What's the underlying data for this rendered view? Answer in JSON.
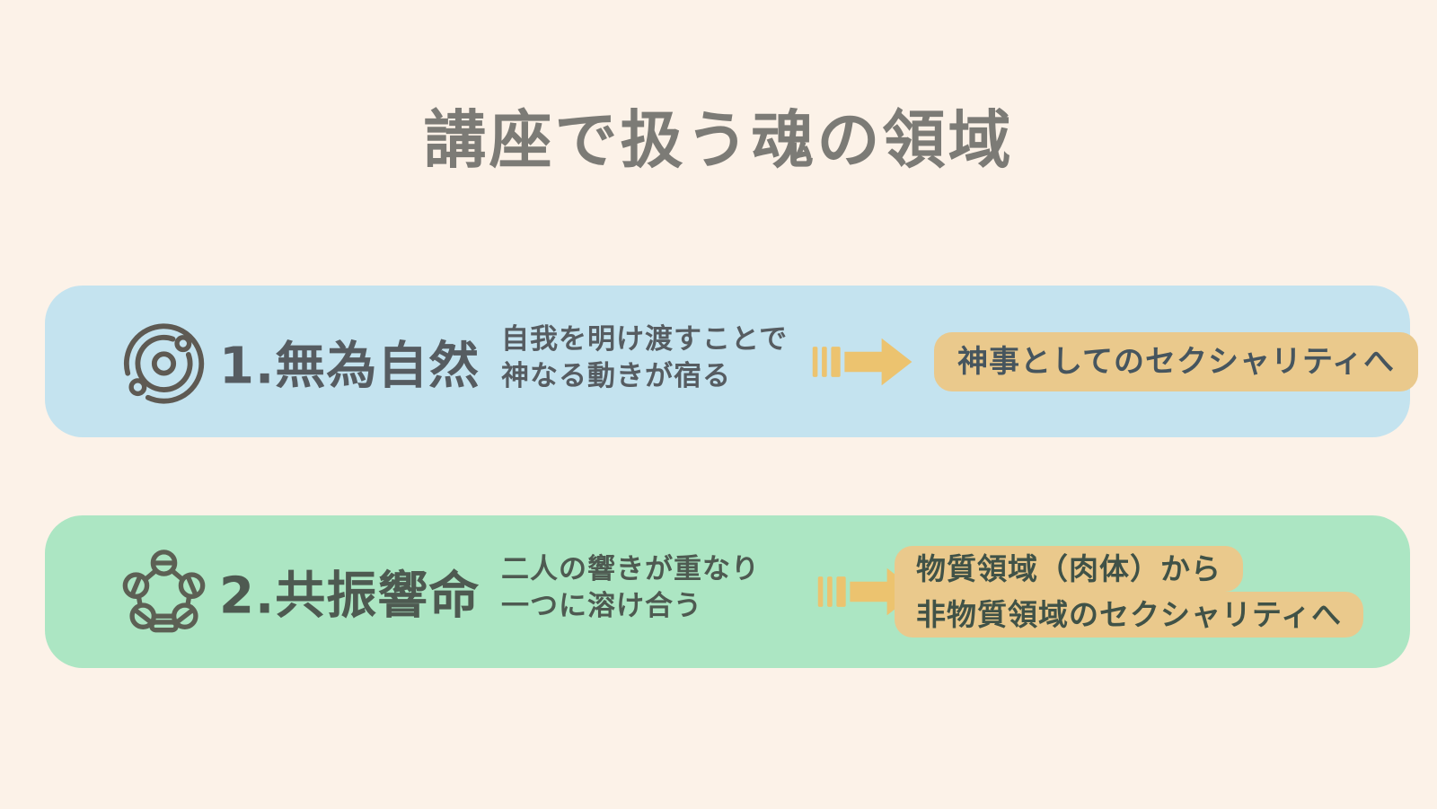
{
  "title": "講座で扱う魂の領域",
  "colors": {
    "background": "#fcf2e8",
    "band1": "#c4e3ef",
    "band2": "#ace6c3",
    "highlight": "#eac98c",
    "arrow_gold": "#ecc36f",
    "title_text": "#7c7b76",
    "band1_text": "#565c61",
    "band2_text": "#4e5a51",
    "icon1_stroke": "#5e5a53",
    "icon2_stroke": "#5c6054"
  },
  "sections": [
    {
      "icon": "orbit-icon",
      "heading": "1.無為自然",
      "description_line1": "自我を明け渡すことで",
      "description_line2": "神なる動きが宿る",
      "result_lines": [
        "神事としてのセクシャリティへ"
      ]
    },
    {
      "icon": "tambourine-icon",
      "heading": "2.共振響命",
      "description_line1": "二人の響きが重なり",
      "description_line2": "一つに溶け合う",
      "result_lines": [
        "物質領域（肉体）から",
        "非物質領域のセクシャリティへ"
      ]
    }
  ]
}
